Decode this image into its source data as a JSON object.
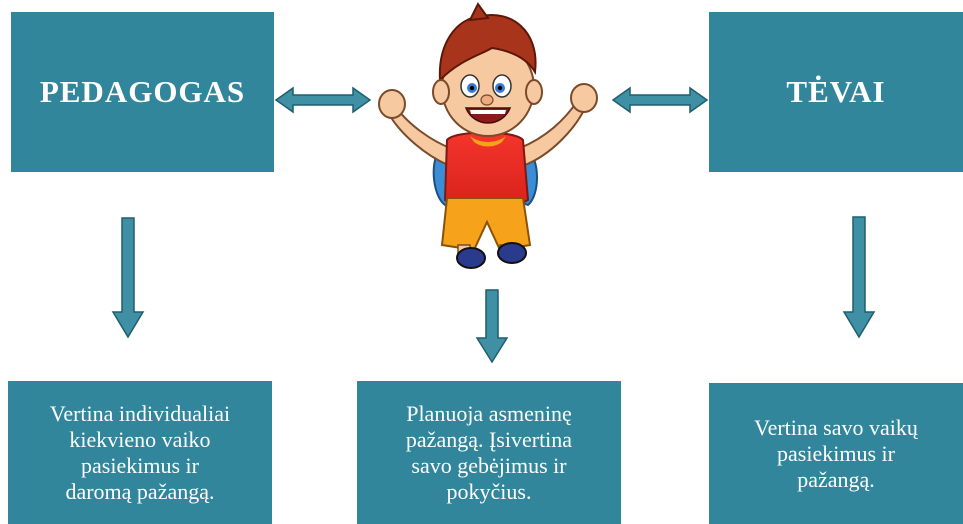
{
  "boxes": {
    "pedagogas": "PEDAGOGAS",
    "tevai": "TĖVAI"
  },
  "outcomes": {
    "left": [
      "Vertina individualiai",
      "kiekvieno vaiko",
      "pasiekimus ir",
      "daromą pažangą."
    ],
    "middle": [
      "Planuoja asmeninę",
      "pažangą. Įsivertina",
      "savo gebėjimus ir",
      "pokyčius."
    ],
    "right": [
      "Vertina savo vaikų",
      "pasiekimus ir",
      "pažangą."
    ]
  },
  "colors": {
    "box_fill": "#31869b",
    "arrow_fill": "#3f8fa5",
    "arrow_stroke": "#1f5f70",
    "text": "#ffffff"
  },
  "icons": {
    "center_figure": "jumping-child-illustration"
  }
}
